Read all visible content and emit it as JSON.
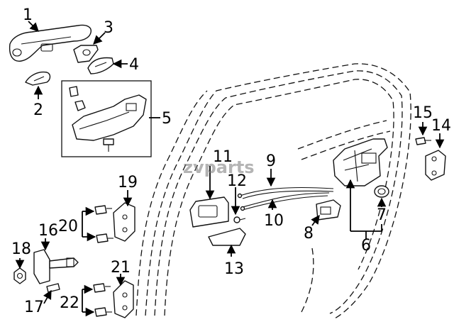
{
  "watermark": "zvparts",
  "callouts": [
    "1",
    "2",
    "3",
    "4",
    "5",
    "6",
    "7",
    "8",
    "9",
    "10",
    "11",
    "12",
    "13",
    "14",
    "15",
    "16",
    "17",
    "18",
    "19",
    "20",
    "21",
    "22"
  ]
}
